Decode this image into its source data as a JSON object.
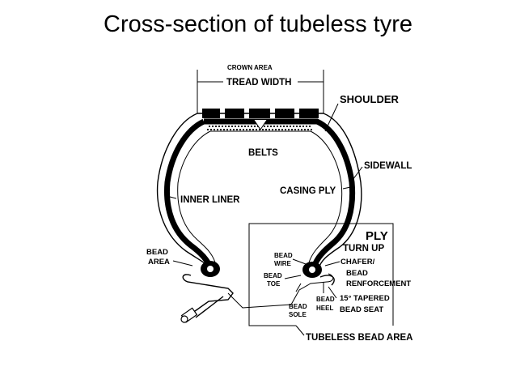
{
  "title": "Cross-section of tubeless tyre",
  "labels": {
    "crown_area": "CROWN AREA",
    "tread_width": "TREAD WIDTH",
    "shoulder": "SHOULDER",
    "belts": "BELTS",
    "sidewall": "SIDEWALL",
    "casing_ply": "CASING PLY",
    "inner_liner": "INNER LINER",
    "ply": "PLY",
    "turn_up": "TURN UP",
    "bead_area_1": "BEAD",
    "bead_area_2": "AREA",
    "bead_wire_1": "BEAD",
    "bead_wire_2": "WIRE",
    "chafer_1": "CHAFER/",
    "chafer_2": "BEAD",
    "chafer_3": "RENFORCEMENT",
    "bead_toe_1": "BEAD",
    "bead_toe_2": "TOE",
    "bead_sole_1": "BEAD",
    "bead_sole_2": "SOLE",
    "bead_heel_1": "BEAD",
    "bead_heel_2": "HEEL",
    "tapered_1": "15° TAPERED",
    "tapered_2": "BEAD SEAT",
    "tubeless_bead_area": "TUBELESS BEAD AREA"
  },
  "colors": {
    "ink": "#000000",
    "background": "#ffffff"
  }
}
